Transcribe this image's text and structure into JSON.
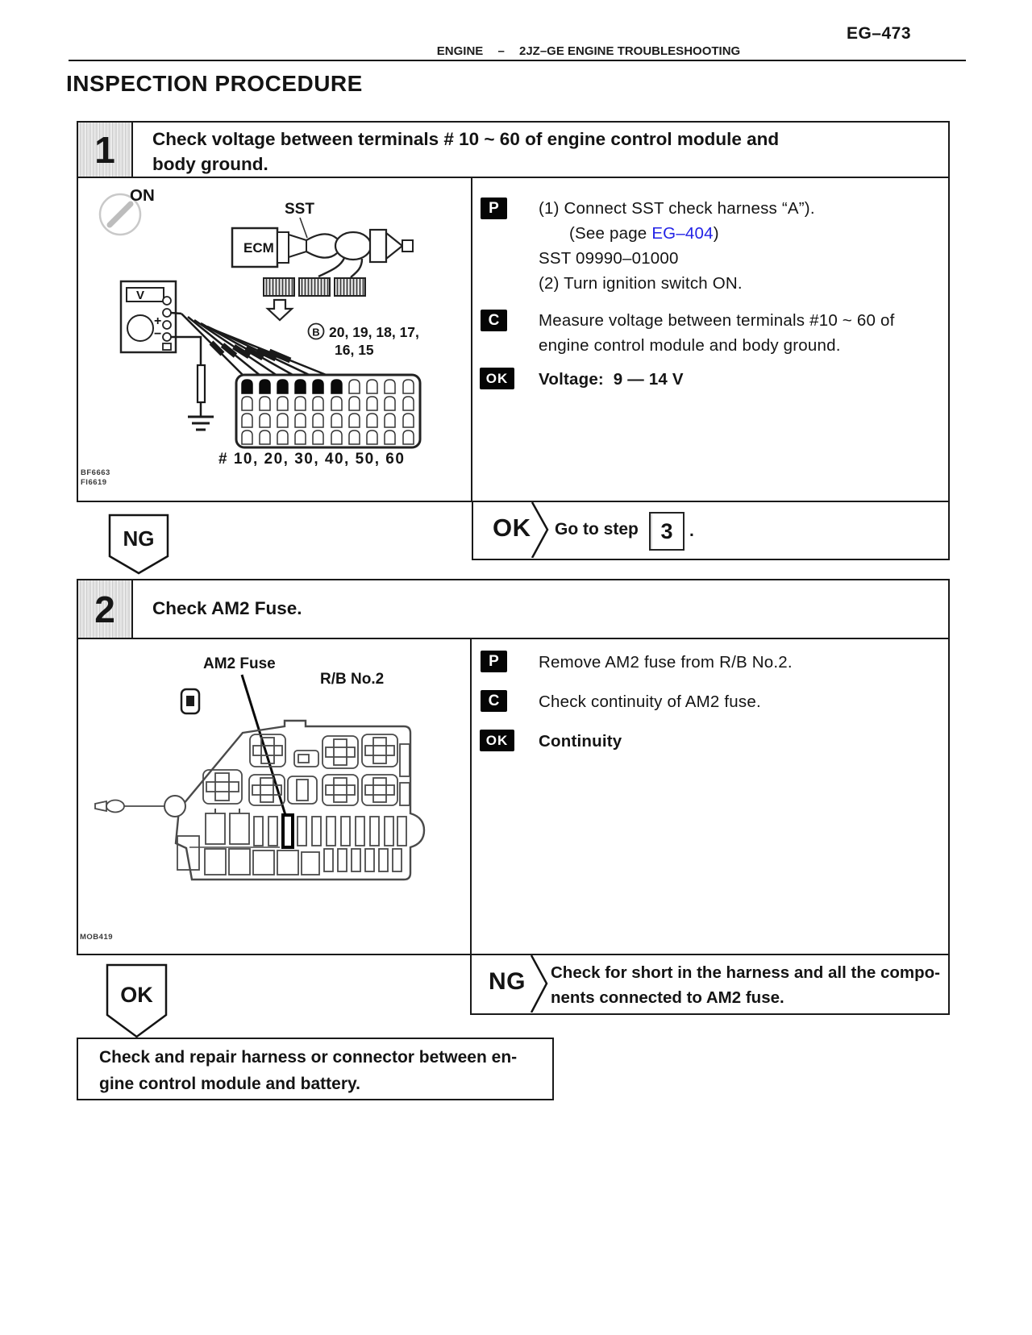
{
  "page": {
    "number": "EG–473",
    "header": {
      "section": "ENGINE",
      "dash": "–",
      "subtitle": "2JZ–GE ENGINE TROUBLESHOOTING"
    },
    "title": "INSPECTION PROCEDURE"
  },
  "badges": {
    "prepare": "P",
    "check": "C",
    "ok": "OK"
  },
  "step1": {
    "number": "1",
    "title_line1": "Check voltage between terminals # 10 ~ 60 of engine control module and",
    "title_line2": "body ground.",
    "diagram": {
      "ignition": "ON",
      "sst": "SST",
      "ecm": "ECM",
      "meter": "V",
      "plus": "+",
      "minus": "−",
      "circled_b": "B",
      "terminals_line1": "20, 19, 18, 17,",
      "terminals_line2": "16, 15",
      "pins_label": "# 10, 20, 30, 40, 50, 60",
      "fig_code_line1": "BF6663",
      "fig_code_line2": "FI6619"
    },
    "prepare": {
      "line1": "(1) Connect SST check harness “A”).",
      "line2_pre": "(See page ",
      "line2_link": "EG–404",
      "line2_post": ")",
      "line3": "SST 09990–01000",
      "line4": "(2) Turn ignition switch ON."
    },
    "check": {
      "line1": "Measure voltage between terminals #10 ~ 60 of",
      "line2": "engine control module and body ground."
    },
    "result": "Voltage:  9 — 14 V",
    "action": {
      "verdict": "OK",
      "text": "Go to step",
      "step_ref": "3",
      "suffix": "."
    },
    "branch": "NG"
  },
  "step2": {
    "number": "2",
    "title": "Check AM2 Fuse.",
    "diagram": {
      "fuse_label": "AM2 Fuse",
      "box_label": "R/B No.2",
      "fig_code": "MOB419"
    },
    "prepare_text": "Remove AM2 fuse from R/B No.2.",
    "check_text": "Check continuity of AM2 fuse.",
    "result": "Continuity",
    "action": {
      "verdict": "NG",
      "line1": "Check for short in the harness and all the compo-",
      "line2": "nents connected to AM2 fuse."
    },
    "branch": "OK"
  },
  "final_note": {
    "line1": "Check and repair harness or connector between en-",
    "line2": "gine control module and battery."
  },
  "colors": {
    "ink": "#141414",
    "link": "#2222e6"
  }
}
